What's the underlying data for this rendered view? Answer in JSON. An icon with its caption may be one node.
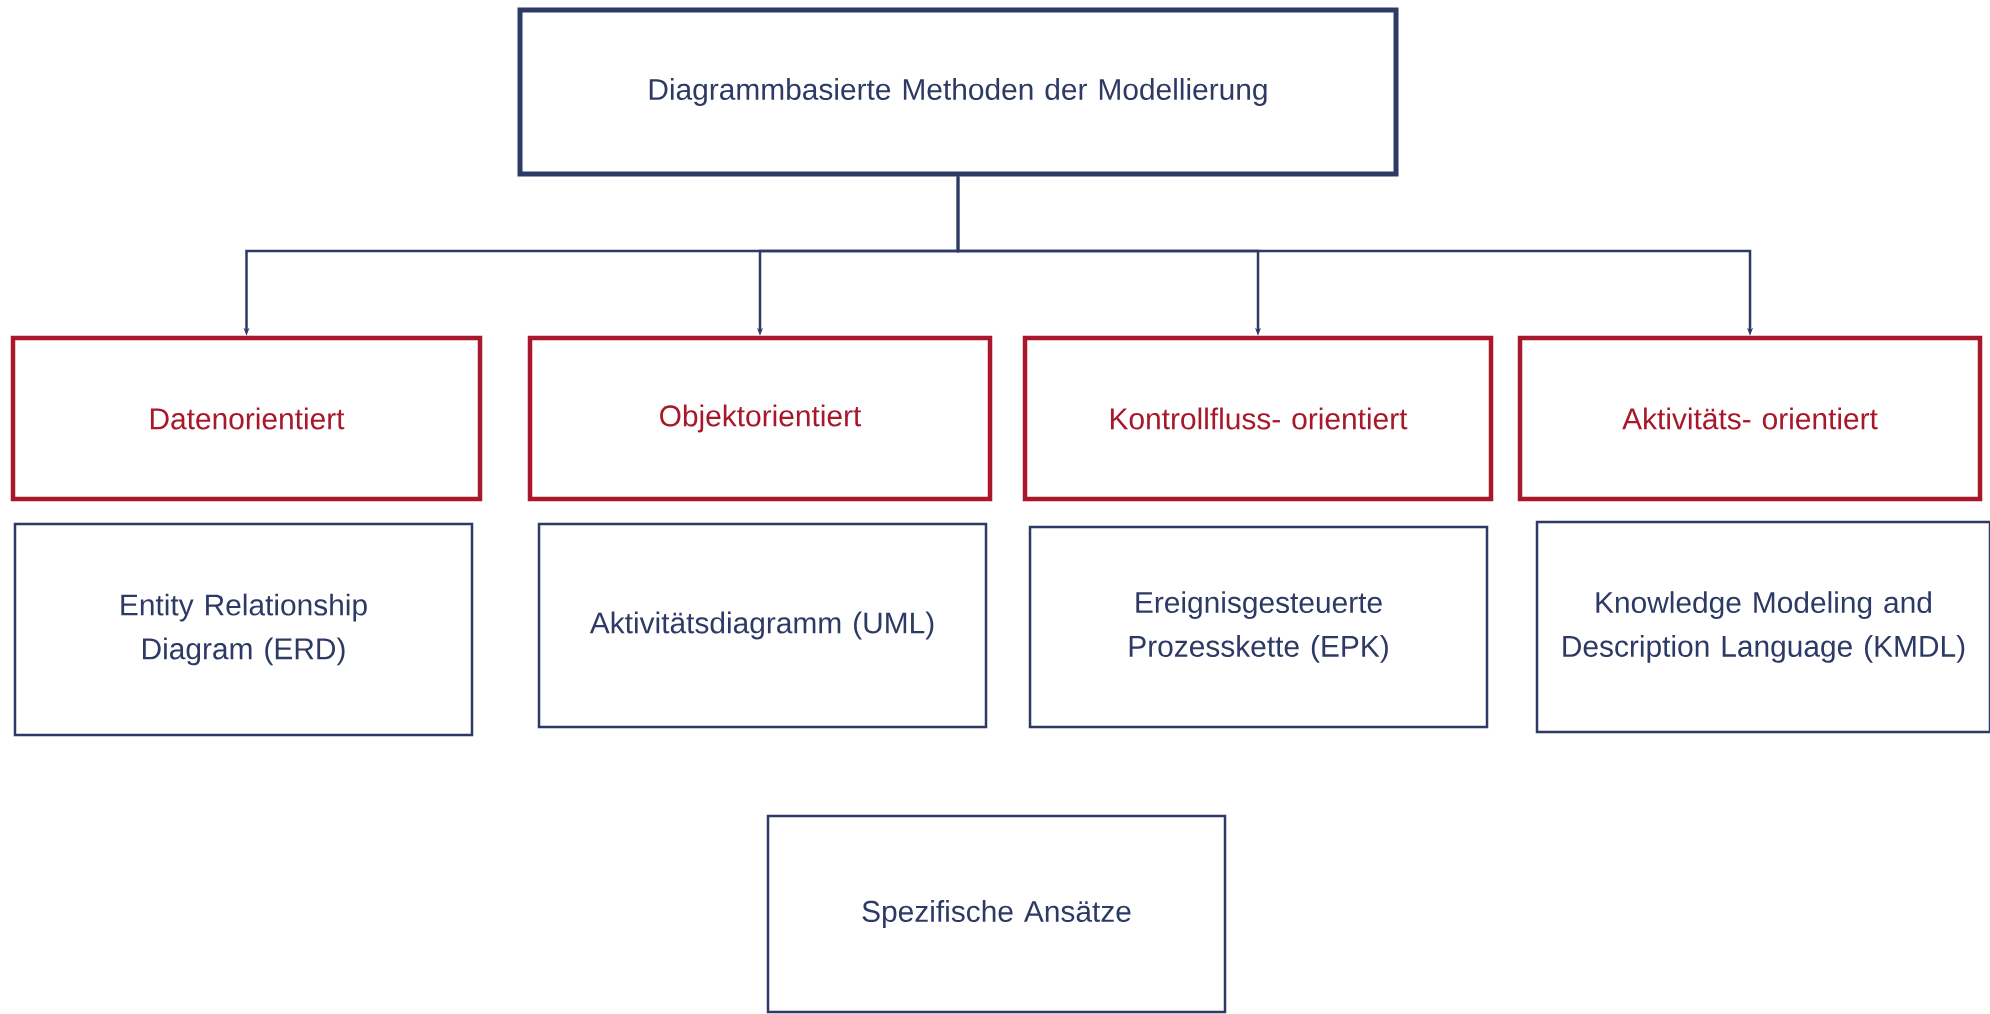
{
  "diagram": {
    "nodes": [
      {
        "text": [
          "Diagrammbasierte Methoden der Modellierung"
        ]
      },
      {
        "text": [
          "Datenorientiert"
        ]
      },
      {
        "text": [
          "Objektorientiert"
        ]
      },
      {
        "text": [
          "Kontrollfluss- orientiert"
        ]
      },
      {
        "text": [
          "Aktivitäts- orientiert"
        ]
      },
      {
        "text": [
          "Entity Relationship Diagram (ERD)"
        ]
      },
      {
        "text": [
          "Aktivitätsdiagramm (UML)"
        ]
      },
      {
        "text": [
          "Ereignisgesteuerte Prozesskette (EPK)"
        ]
      },
      {
        "text": [
          "Knowledge Modeling and Description Language (KMDL)"
        ]
      },
      {
        "text": [
          "Spezifische Ansätze"
        ]
      }
    ],
    "edges": [
      {
        "from": 0,
        "to": 1,
        "arrow": "to"
      },
      {
        "from": 0,
        "to": 2,
        "arrow": "to"
      },
      {
        "from": 0,
        "to": 3,
        "arrow": "to"
      },
      {
        "from": 0,
        "to": 4,
        "arrow": "to"
      }
    ]
  }
}
